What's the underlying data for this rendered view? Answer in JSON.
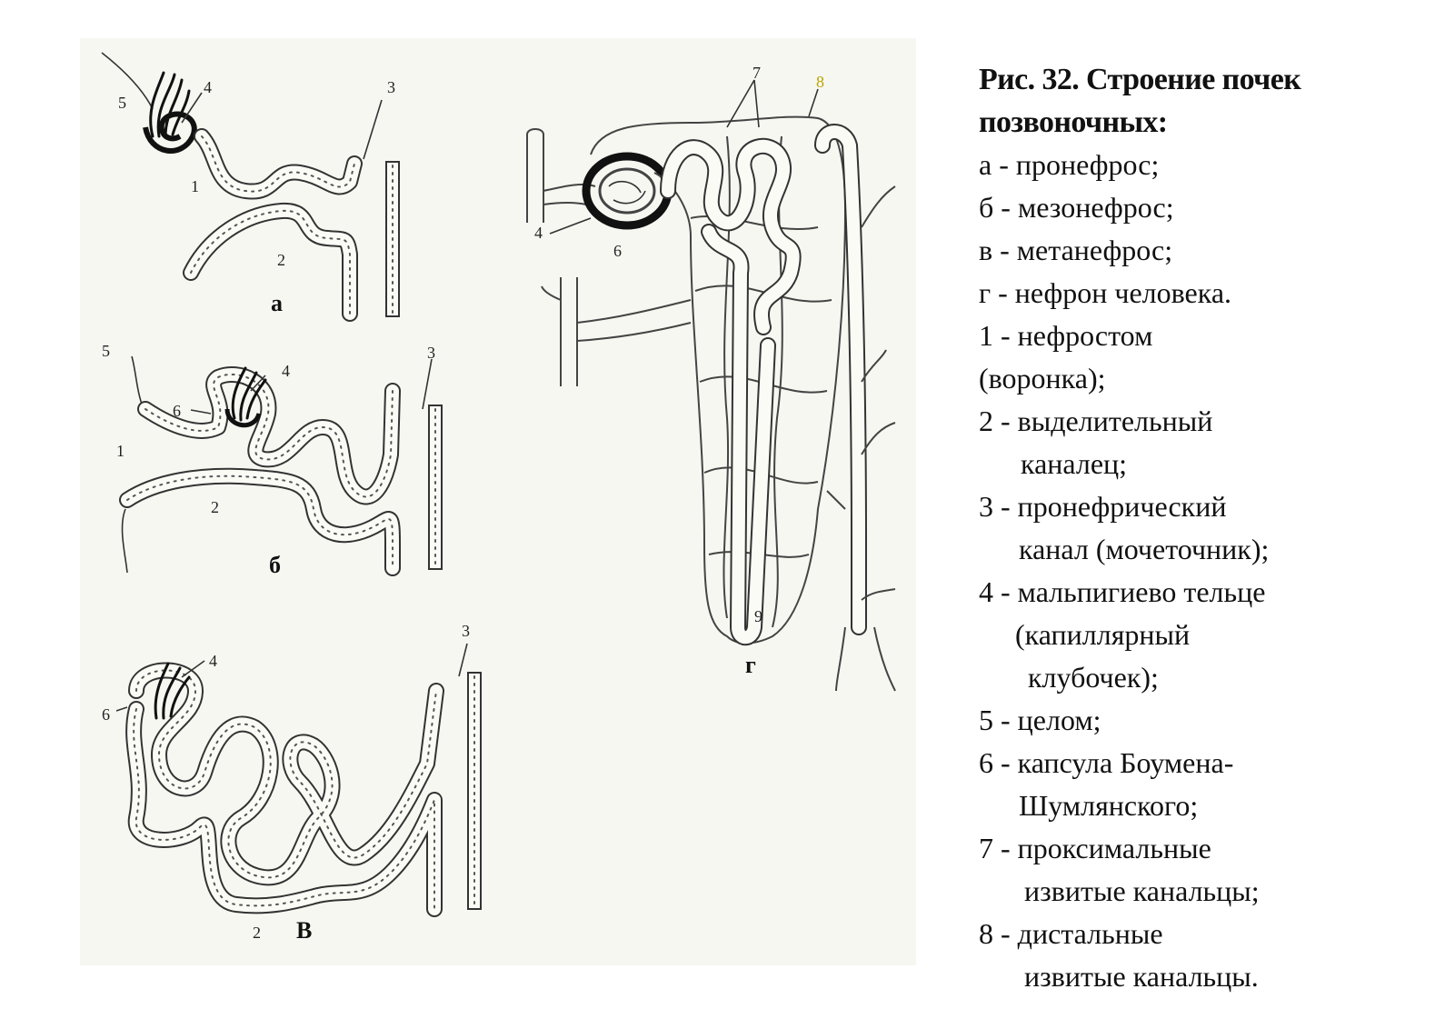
{
  "caption": {
    "title": "Рис. 32. Строение почек позвоночных:",
    "title_line1": "Рис. 32. Строение почек",
    "title_line2": "позвоночных:"
  },
  "panels": {
    "a": {
      "letter": "а"
    },
    "b": {
      "letter": "б"
    },
    "v": {
      "letter": "В"
    },
    "g": {
      "letter": "г"
    }
  },
  "labels": {
    "n1": "1",
    "n2": "2",
    "n3": "3",
    "n4": "4",
    "n5": "5",
    "n6": "6",
    "n7": "7",
    "n8": "8",
    "n9": "9"
  },
  "legend": {
    "panel_entries": [
      {
        "key": "а",
        "text": "а - пронефрос;"
      },
      {
        "key": "б",
        "text": "б -  мезонефрос;"
      },
      {
        "key": "в",
        "text": "в - метанефрос;"
      },
      {
        "key": "г",
        "text": "г - нефрон человека."
      }
    ],
    "number_entries": [
      {
        "lines": [
          "1 - нефростом",
          "(воронка);"
        ]
      },
      {
        "lines": [
          "2 - выделительный",
          "каналец;"
        ]
      },
      {
        "lines": [
          "3 - пронефрический",
          "канал (мочеточник);"
        ]
      },
      {
        "lines": [
          "4 - мальпигиево тельце",
          "(капиллярный",
          "клубочек);"
        ]
      },
      {
        "lines": [
          "5 - целом;"
        ]
      },
      {
        "lines": [
          "6 - капсула Боумена-",
          "Шумлянского;"
        ]
      },
      {
        "lines": [
          "7 - проксимальные",
          "извитые канальцы;"
        ]
      },
      {
        "lines": [
          "8 - дистальные",
          "извитые канальцы."
        ]
      }
    ]
  },
  "colors": {
    "ink": "#222222",
    "background": "#ffffff",
    "diagram_bg": "#f7f7f2",
    "highlight_label": "#b8a400"
  }
}
